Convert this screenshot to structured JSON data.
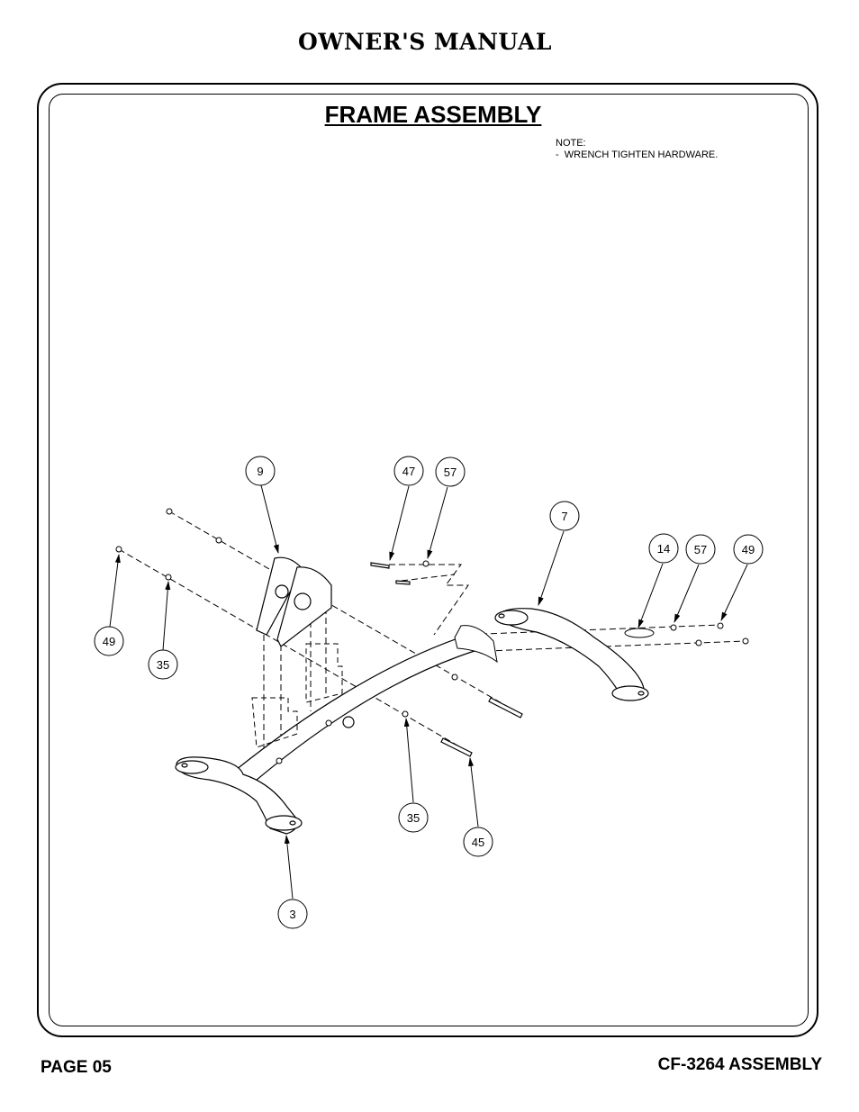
{
  "header": {
    "title": "OWNER'S MANUAL"
  },
  "section": {
    "title": "FRAME ASSEMBLY"
  },
  "note": {
    "heading": "NOTE:",
    "lines": [
      "-  WRENCH TIGHTEN HARDWARE."
    ]
  },
  "callouts": {
    "c9": "9",
    "c47": "47",
    "c57a": "57",
    "c7": "7",
    "c14": "14",
    "c57b": "57",
    "c49a": "49",
    "c49b": "49",
    "c35a": "35",
    "c35b": "35",
    "c45": "45",
    "c3": "3"
  },
  "footer": {
    "page": "PAGE 05",
    "doc": "CF-3264 ASSEMBLY"
  }
}
